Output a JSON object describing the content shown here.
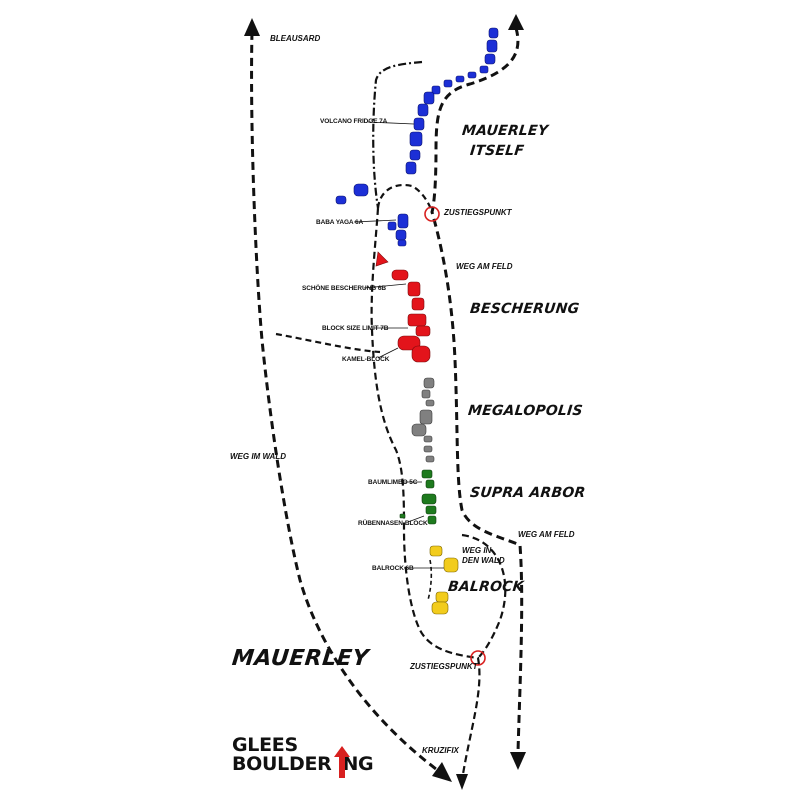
{
  "map": {
    "title": "MAUERLEY",
    "paths": {
      "bleausard": "BLEAUSARD",
      "weg_im_wald": "WEG IM WALD",
      "weg_am_feld_upper": "WEG AM FELD",
      "weg_am_feld_lower": "WEG AM FELD",
      "weg_in_den_wald_line1": "WEG IN",
      "weg_in_den_wald_line2": "DEN WALD",
      "zustiegspunkt_upper": "ZUSTIEGSPUNKT",
      "zustiegspunkt_lower": "ZUSTIEGSPUNKT",
      "kruzifix": "KRUZIFIX"
    },
    "sectors": [
      {
        "name_line1": "MAUERLEY",
        "name_line2": "ITSELF",
        "color": "#1c2fd6"
      },
      {
        "name": "BESCHERUNG",
        "color": "#e3141b"
      },
      {
        "name": "MEGALOPOLIS",
        "color": "#808080"
      },
      {
        "name": "SUPRA ARBOR",
        "color": "#1e7a1e"
      },
      {
        "name": "BALROCK",
        "color": "#f2cc1d"
      }
    ],
    "boulders": [
      "VOLCANO FRIDGE 7A",
      "BABA YAGA 6A",
      "SCHÖNE BESCHERUNG 6B",
      "BLOCK SIZE LIMIT 7B",
      "KAMEL-BLOCK",
      "BAUMLIMBO 5C",
      "RÜBENNASEN-BLOCK",
      "BALROCK 6B"
    ]
  },
  "logo": {
    "line1": "GLEES",
    "line2_part1": "BOULDER",
    "line2_part2": "NG",
    "accent_color": "#d8201f"
  },
  "colors": {
    "path": "#111111",
    "zustieg_circle": "#d8201f"
  }
}
